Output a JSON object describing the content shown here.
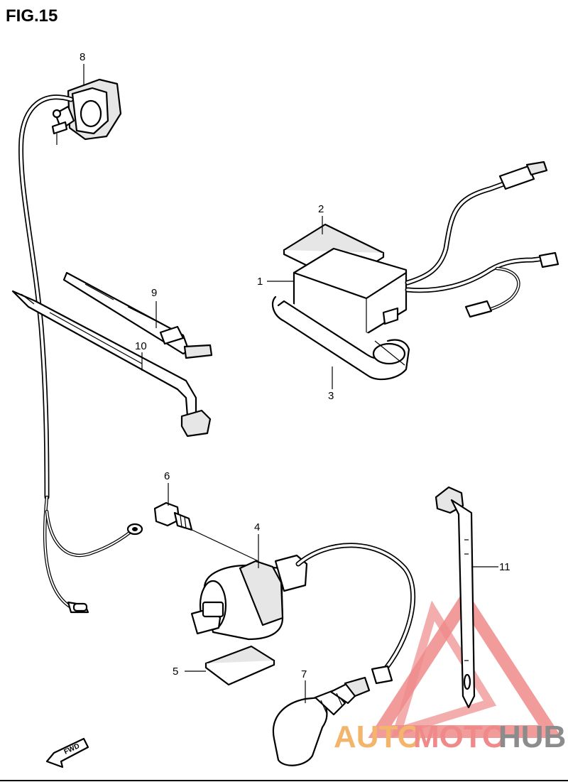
{
  "figure": {
    "title": "FIG.15"
  },
  "callouts": {
    "c1": "1",
    "c2": "2",
    "c3": "3",
    "c4": "4",
    "c5": "5",
    "c6": "6",
    "c7": "7",
    "c8": "8",
    "c9": "9",
    "c10": "10",
    "c11": "11"
  },
  "direction_arrow": {
    "label": "FWD"
  },
  "watermark": {
    "part1": "AUTO",
    "part2": "MOTO",
    "part3": "HUB"
  },
  "colors": {
    "watermark_red": "#f08a8a",
    "watermark_orange": "#f3b56c",
    "watermark_grey": "#8c8c8c"
  }
}
